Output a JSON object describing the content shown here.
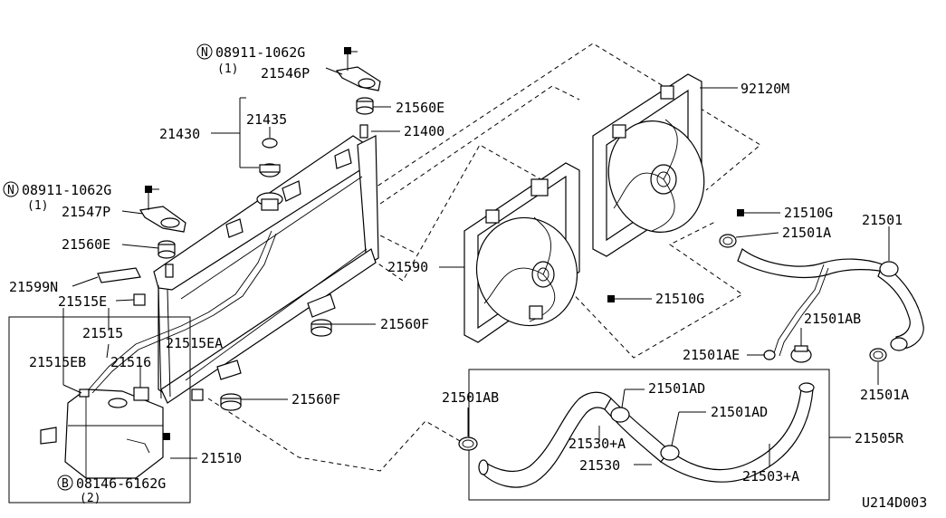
{
  "labels": {
    "n_bolt_top": "08911-1062G",
    "n_bolt_top_qty": "(1)",
    "p21546": "21546P",
    "p21560e_top": "21560E",
    "p21435": "21435",
    "p21430": "21430",
    "p21400": "21400",
    "n_bolt_left": "08911-1062G",
    "n_bolt_left_qty": "(1)",
    "p21547": "21547P",
    "p21560e_left": "21560E",
    "p21599n": "21599N",
    "p21515e": "21515E",
    "p21515": "21515",
    "p21515ea": "21515EA",
    "p21515eb": "21515EB",
    "p21516": "21516",
    "p21560f_mid": "21560F",
    "p21560f_low": "21560F",
    "p21510": "21510",
    "b_bolt": "08146-6162G",
    "b_bolt_qty": "(2)",
    "p92120m": "92120M",
    "p21510g_top": "21510G",
    "p21590": "21590",
    "p21510g_mid": "21510G",
    "p21501": "21501",
    "p21501a_top": "21501A",
    "p21501ab_right": "21501AB",
    "p21501ae": "21501AE",
    "p21501a_low": "21501A",
    "p21501ab_left": "21501AB",
    "p21501ad_top": "21501AD",
    "p21501ad_mid": "21501AD",
    "p21530a": "21530+A",
    "p21530": "21530",
    "p21503a": "21503+A",
    "p21505r": "21505R",
    "diagram_code": "U214D003",
    "circle_n": "N",
    "circle_b": "B"
  }
}
